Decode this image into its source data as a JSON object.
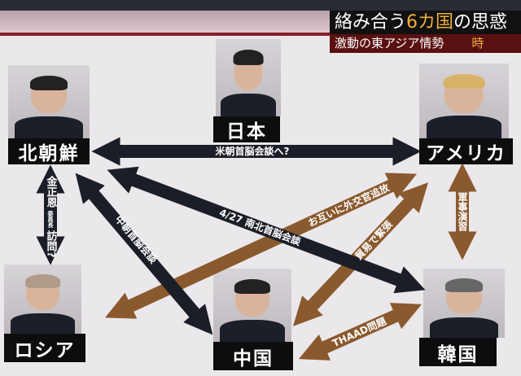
{
  "header": {
    "title_prefix": "絡み合う",
    "title_highlight": "6カ国",
    "title_suffix": "の思惑",
    "subtitle": "激動の東アジア情勢",
    "subtitle_tag": "時"
  },
  "countries": {
    "north_korea": "北朝鮮",
    "japan": "日本",
    "usa": "アメリカ",
    "russia": "ロシア",
    "china": "中国",
    "south_korea": "韓国"
  },
  "relations": {
    "nk_us": "米朝首脳会談へ?",
    "nk_ru_1": "金正恩",
    "nk_ru_2": "委員長",
    "nk_ru_3": "訪問?",
    "us_kr": "軍事演習",
    "nk_kr": "4/27 南北首脳会談",
    "nk_cn": "中朝首脳会談",
    "us_ru": "お互いに外交官追放",
    "us_cn": "貿易で緊張",
    "cn_kr": "THAAD問題"
  },
  "colors": {
    "dark_arrow": "#1b1e26",
    "brown_arrow": "#8a5a2e",
    "highlight": "#f0b03a"
  }
}
